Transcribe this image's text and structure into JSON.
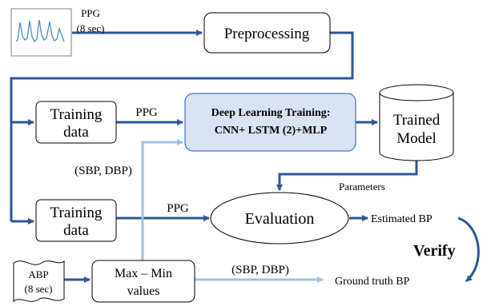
{
  "nodes": {
    "ppg_input": {
      "label": "PPG",
      "sublabel": "(8 sec)"
    },
    "preprocessing": {
      "label": "Preprocessing"
    },
    "training_data_1": {
      "line1": "Training",
      "line2": "data"
    },
    "training_data_2": {
      "line1": "Training",
      "line2": "data"
    },
    "deep_learning": {
      "line1": "Deep Learning Training:",
      "line2": "CNN+ LSTM (2)+MLP"
    },
    "trained_model": {
      "line1": "Trained",
      "line2": "Model"
    },
    "evaluation": {
      "label": "Evaluation"
    },
    "abp_input": {
      "line1": "ABP",
      "line2": "(8 sec)"
    },
    "max_min": {
      "line1": "Max – Min",
      "line2": "values"
    }
  },
  "edge_labels": {
    "ppg_to_dl": "PPG",
    "sbp_dbp_left": "(SBP, DBP)",
    "parameters": "Parameters",
    "ppg_to_eval": "PPG",
    "estimated_bp": "Estimated BP",
    "verify": "Verify",
    "sbp_dbp_bottom": "(SBP, DBP)",
    "ground_truth_bp": "Ground truth BP"
  },
  "colors": {
    "arrow_dark": "#2f5597",
    "arrow_light": "#9dc3e6",
    "dl_fill": "#dae3f3",
    "dl_stroke": "#4472c4",
    "waveform": "#4a90c2"
  }
}
